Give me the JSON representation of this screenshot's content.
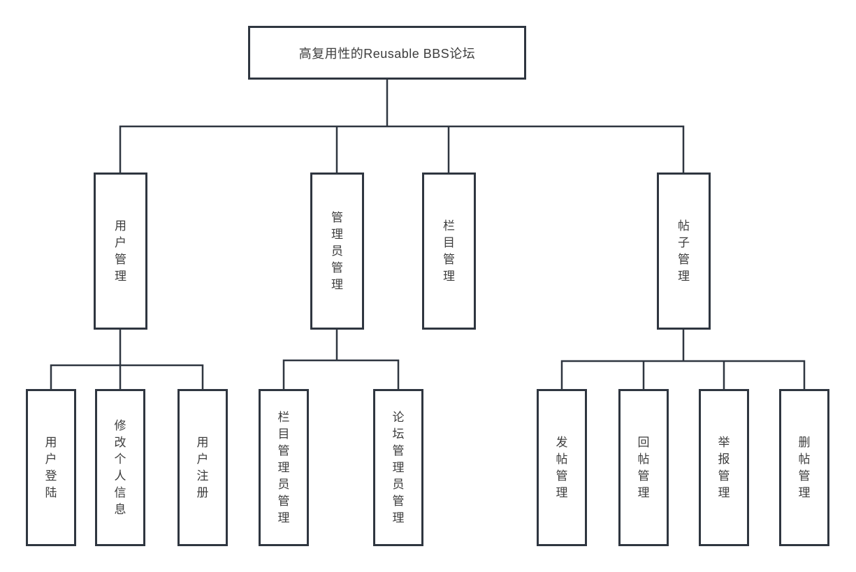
{
  "page": {
    "background": "#ffffff"
  },
  "diagram": {
    "type": "tree-org-chart",
    "colors": {
      "node_border": "#2f3640",
      "connector_line": "#2f3640",
      "text": "#3d3d3d",
      "node_background": "#ffffff"
    },
    "root": {
      "label": "高复用性的Reusable BBS论坛"
    },
    "branches": [
      {
        "label": "用户管理",
        "children": [
          "用户登陆",
          "修改个人信息",
          "用户注册"
        ]
      },
      {
        "label": "管理员管理",
        "children": [
          "栏目管理员管理",
          "论坛管理员管理"
        ]
      },
      {
        "label": "栏目管理",
        "children": []
      },
      {
        "label": "帖子管理",
        "children": [
          "发帖管理",
          "回帖管理",
          "举报管理",
          "删帖管理"
        ]
      }
    ]
  }
}
